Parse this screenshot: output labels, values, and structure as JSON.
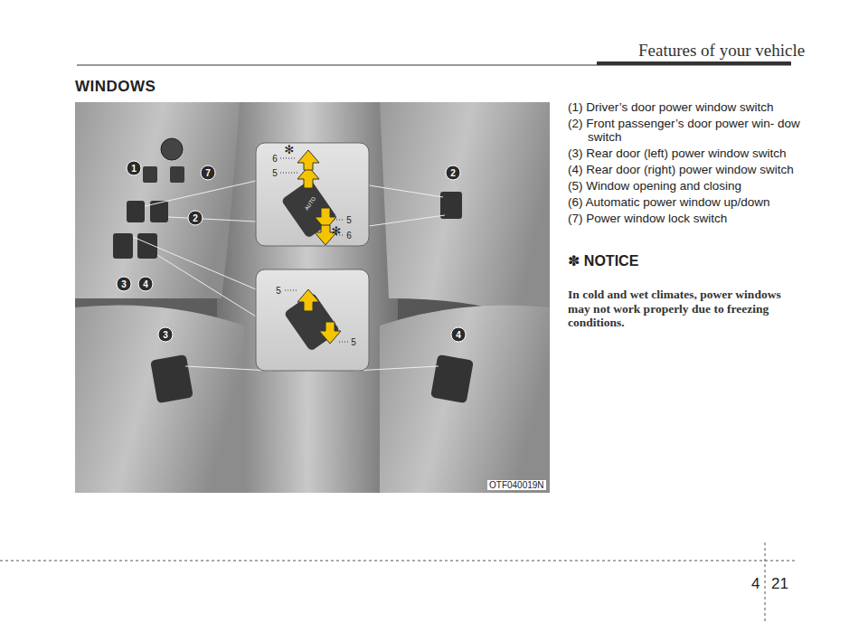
{
  "diagram": {
    "title": "WINDOWS",
    "labels": [
      "Features of your vehicle",
      "(1) Driver’s door power window switch",
      "(2) Front passenger’s door power win- dow switch",
      "(3) Rear door (left) power window switch",
      "(4) Rear door (right) power window switch",
      "(5) Window opening and closing",
      "(6) Automatic power window up/down",
      "(7) Power window lock switch",
      "✽ NOTICE",
      "In cold and wet climates, power windows may not work properly due to freezing conditions.",
      "OTF040019N",
      "4",
      "21",
      "1",
      "7",
      "2",
      "3",
      "4",
      "2",
      "3",
      "4",
      "6",
      "5",
      "✻",
      "5",
      "6",
      "✻",
      "5",
      "5",
      "AUTO"
    ]
  }
}
